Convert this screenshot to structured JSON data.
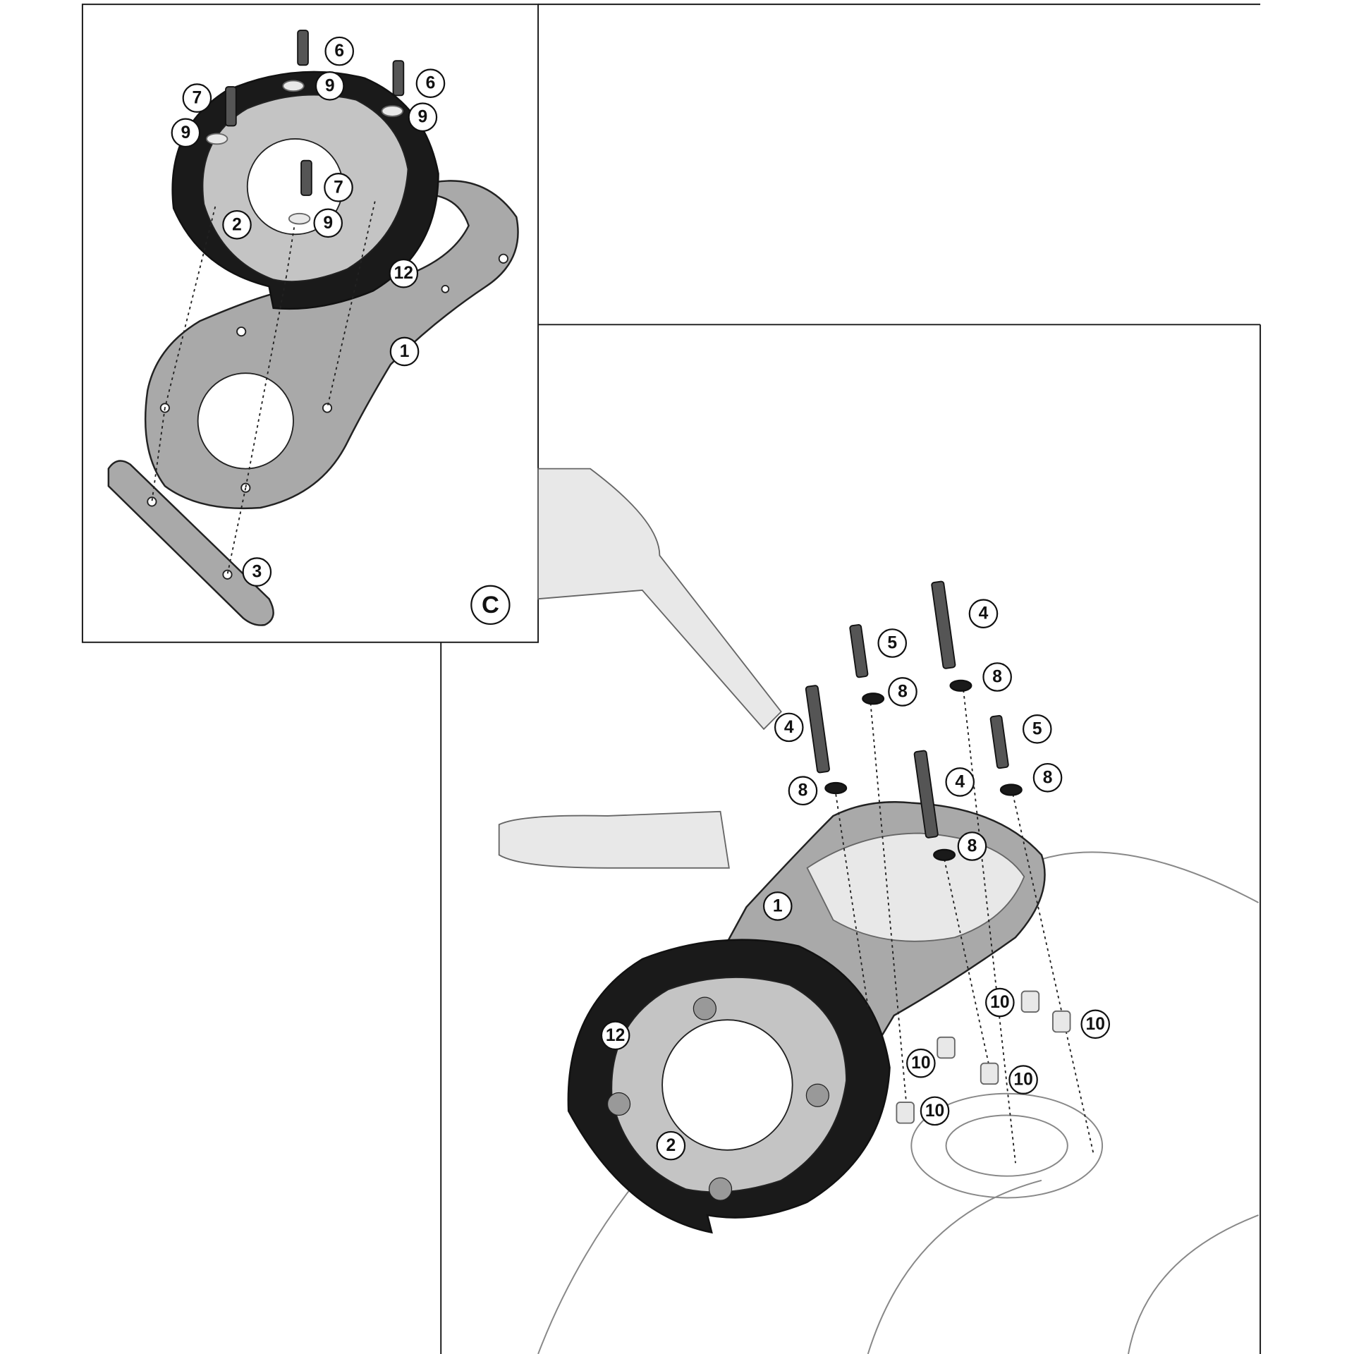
{
  "diagram": {
    "panel_letter": "C",
    "inset_callouts": [
      "6",
      "6",
      "9",
      "9",
      "7",
      "9",
      "7",
      "9",
      "2",
      "12",
      "1",
      "3"
    ],
    "main_callouts": [
      "4",
      "5",
      "8",
      "8",
      "5",
      "8",
      "4",
      "8",
      "4",
      "8",
      "1",
      "10",
      "10",
      "10",
      "10",
      "10",
      "12",
      "2"
    ],
    "colors": {
      "line": "#1a1a1a",
      "part_gray": "#a9a9a9",
      "ring_black": "#1a1a1a"
    }
  }
}
